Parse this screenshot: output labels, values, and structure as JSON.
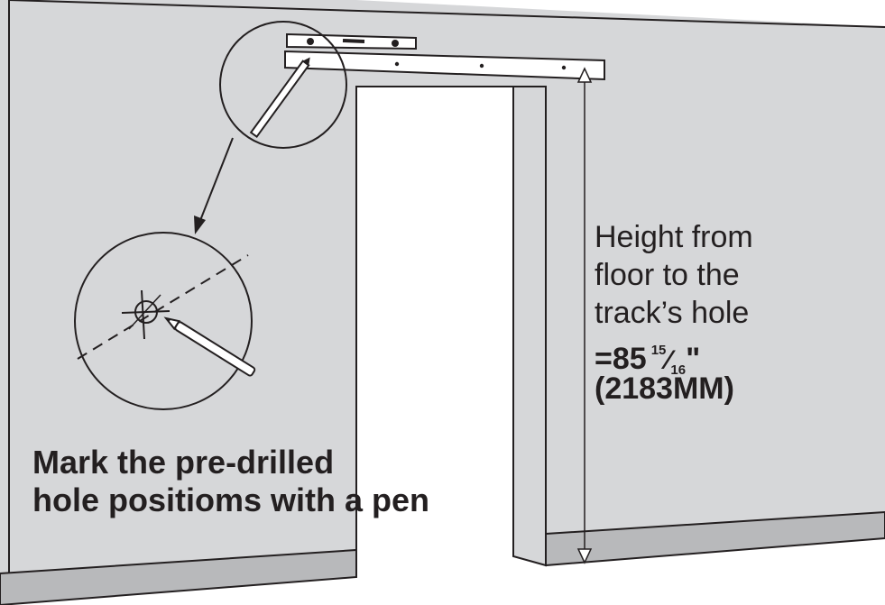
{
  "caption": {
    "line1": "Mark the pre-drilled",
    "line2": "hole positioms with a pen"
  },
  "height_note": {
    "line1": "Height from",
    "line2": "floor to the",
    "line3": "track’s hole",
    "whole": "=85",
    "numerator": "15",
    "slash": "⁄",
    "denominator": "16",
    "inch": "\"",
    "metric": "(2183MM)"
  },
  "colors": {
    "wall": "#d6d7d9",
    "baseboard": "#b8b9bb",
    "stroke": "#231f20",
    "opening": "#ffffff"
  }
}
